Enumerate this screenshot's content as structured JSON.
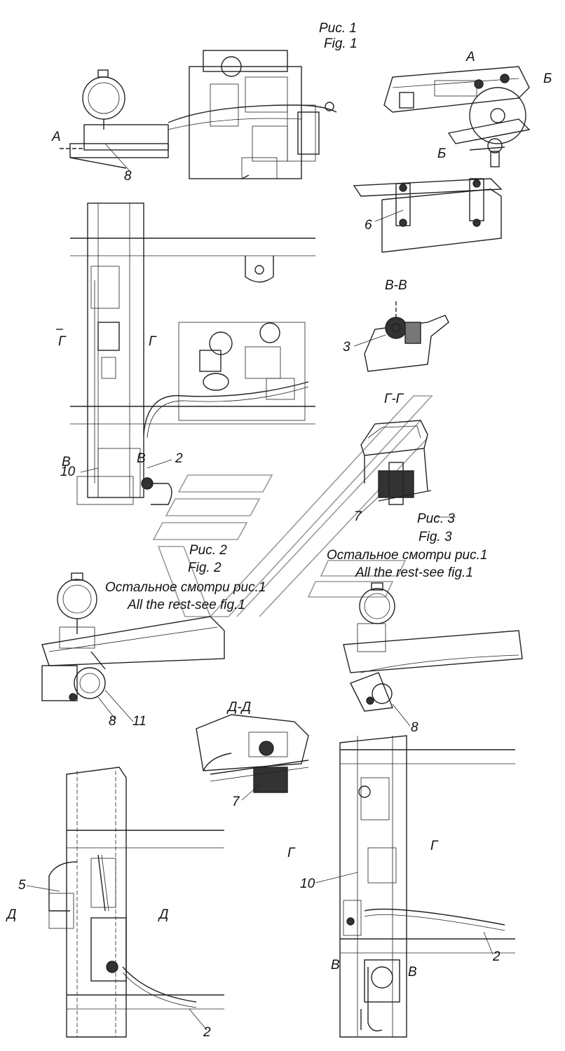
{
  "figures": {
    "fig1": {
      "ru": "Рис. 1",
      "en": "Fig. 1"
    },
    "fig2": {
      "ru": "Рис. 2",
      "en": "Fig. 2",
      "note_ru": "Остальное смотри рис.1",
      "note_en": "All the rest-see fig.1"
    },
    "fig3": {
      "ru": "Рис. 3",
      "en": "Fig. 3",
      "note_ru": "Остальное смотри рис.1",
      "note_en": "All the rest-see fig.1"
    }
  },
  "section_marks": {
    "a_left": "A",
    "a_top": "A",
    "b_right": "Б",
    "b_mid": "Б",
    "vv_title": "В-В",
    "gg_title": "Г-Г",
    "dd_title": "Д-Д",
    "g_left1": "Г",
    "g_right1": "Г",
    "v_left1": "В",
    "v_right1": "В",
    "g_left3": "Г",
    "g_right3": "Г",
    "v_left3": "В",
    "v_right3": "В",
    "d_left": "Д",
    "d_right": "Д"
  },
  "callouts": {
    "n8_fig1": "8",
    "n6": "6",
    "n3": "3",
    "n2_fig1": "2",
    "n10_fig1": "10",
    "n7_gg": "7",
    "n8_fig2": "8",
    "n11": "11",
    "n7_dd": "7",
    "n8_fig3": "8",
    "n5": "5",
    "n2_fig2": "2",
    "n10_fig3": "10",
    "n2_fig3": "2"
  }
}
